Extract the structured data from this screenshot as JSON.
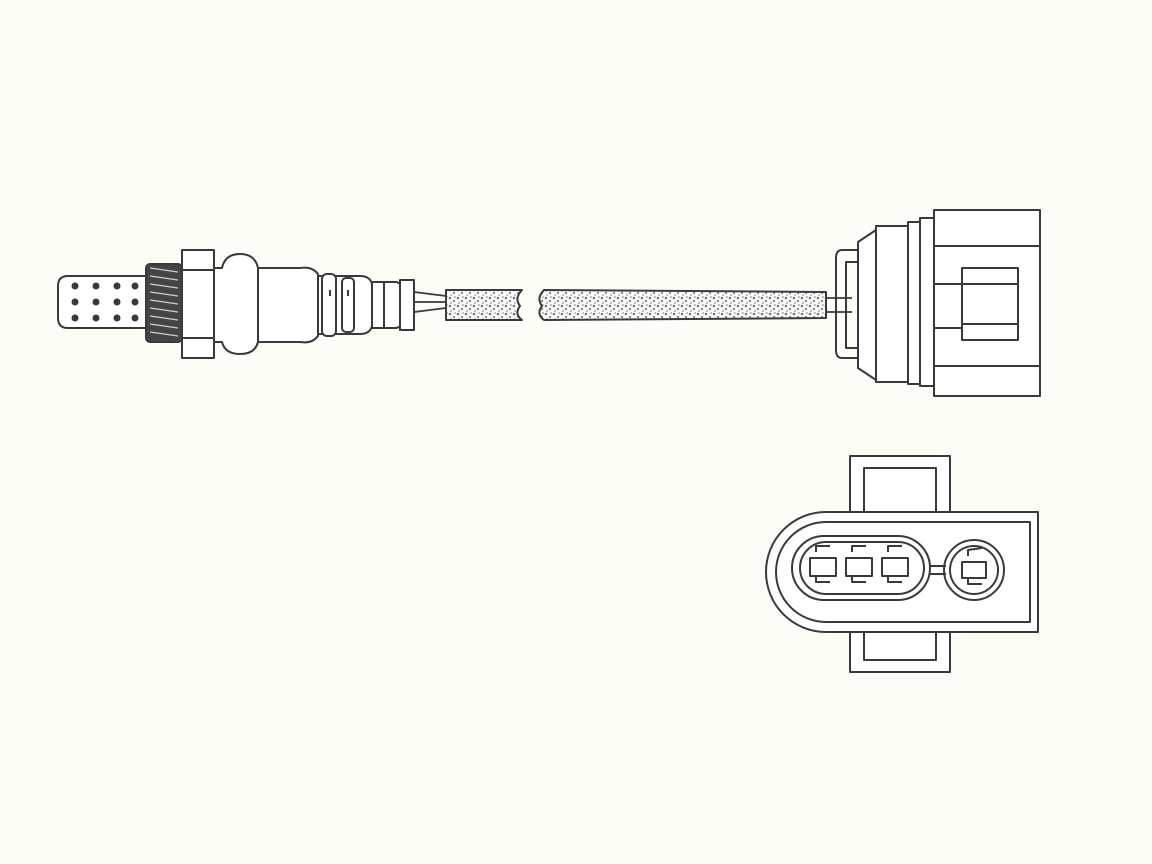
{
  "diagram": {
    "background": "#fdfdf8",
    "line_color": "#3a3a3a",
    "fill_color": "#ffffff",
    "braid_color": "#8a8a8a",
    "components": [
      {
        "id": "sensor-probe",
        "icon": "oxygen-sensor-probe"
      },
      {
        "id": "braided-cable",
        "icon": "braided-cable"
      },
      {
        "id": "connector-side-view",
        "icon": "connector-side"
      },
      {
        "id": "connector-face-view",
        "icon": "connector-face",
        "pin_groups": [
          3,
          1
        ]
      }
    ]
  }
}
